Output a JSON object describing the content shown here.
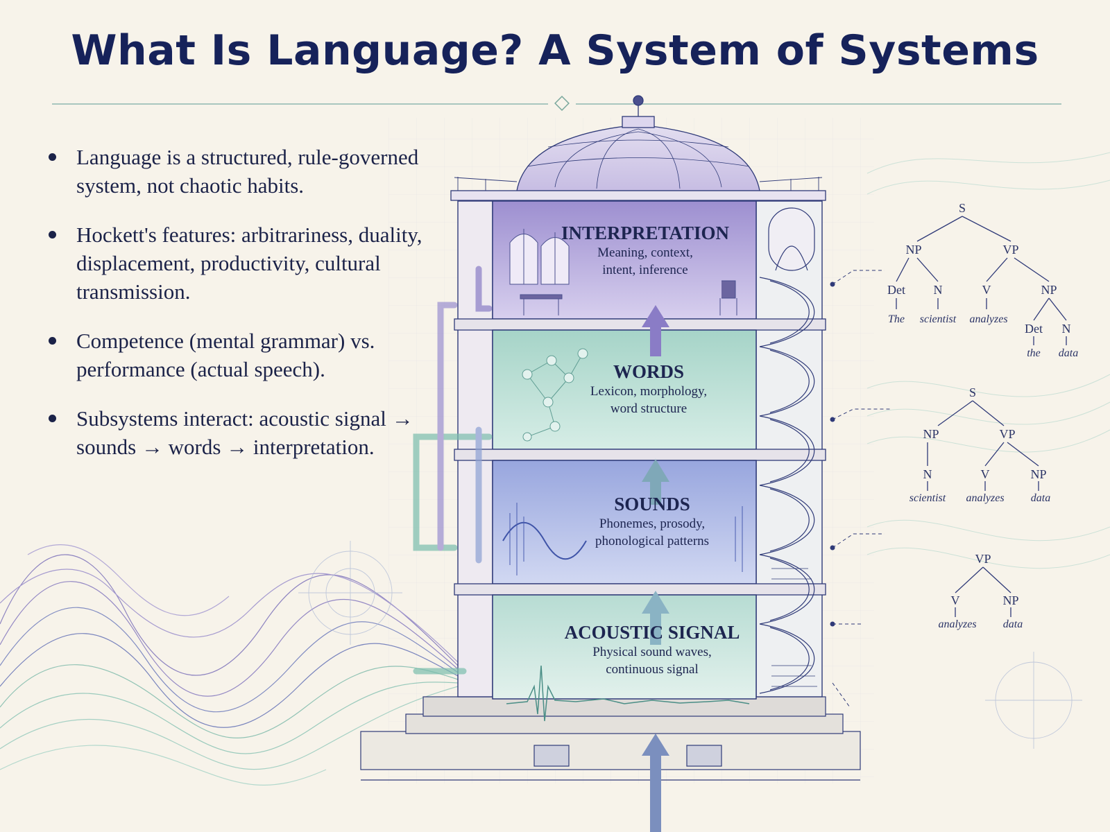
{
  "title": "What Is Language? A System of Systems",
  "bullets": [
    "Language is a structured, rule-governed system, not chaotic habits.",
    "Hockett's features: arbitrariness, duality, displacement, productivity, cultural transmission.",
    "Competence (mental grammar) vs. performance (actual speech).",
    "Subsystems interact: acoustic signal → sounds → words → interpretation."
  ],
  "levels": [
    {
      "id": "interpretation",
      "title": "INTERPRETATION",
      "desc_1": "Meaning, context,",
      "desc_2": "intent, inference",
      "color": "#b6a8da"
    },
    {
      "id": "words",
      "title": "WORDS",
      "desc_1": "Lexicon, morphology,",
      "desc_2": "word structure",
      "color": "#bfe0d7"
    },
    {
      "id": "sounds",
      "title": "SOUNDS",
      "desc_1": "Phonemes, prosody,",
      "desc_2": "phonological patterns",
      "color": "#b3bde6"
    },
    {
      "id": "acoustic",
      "title": "ACOUSTIC SIGNAL",
      "desc_1": "Physical sound waves,",
      "desc_2": "continuous signal",
      "color": "#cfe6e0"
    }
  ],
  "trees": {
    "tree1": {
      "s": "S",
      "np": "NP",
      "vp": "VP",
      "det": "Det",
      "n": "N",
      "v": "V",
      "np2": "NP",
      "det2": "Det",
      "n2": "N",
      "w_the": "The",
      "w_scientist": "scientist",
      "w_analyzes": "analyzes",
      "w_the2": "the",
      "w_data": "data"
    },
    "tree2": {
      "s": "S",
      "np": "NP",
      "vp": "VP",
      "n": "N",
      "v": "V",
      "np2": "NP",
      "w_scientist": "scientist",
      "w_analyzes": "analyzes",
      "w_data": "data"
    },
    "tree3": {
      "vp": "VP",
      "v": "V",
      "np": "NP",
      "w_analyzes": "analyzes",
      "w_data": "data"
    }
  },
  "colors": {
    "title": "#16225a",
    "ink": "#1d2550",
    "purple": "#7a6bb8",
    "teal": "#6fb3a3",
    "blue": "#5566b0",
    "paper": "#f7f3ea"
  }
}
